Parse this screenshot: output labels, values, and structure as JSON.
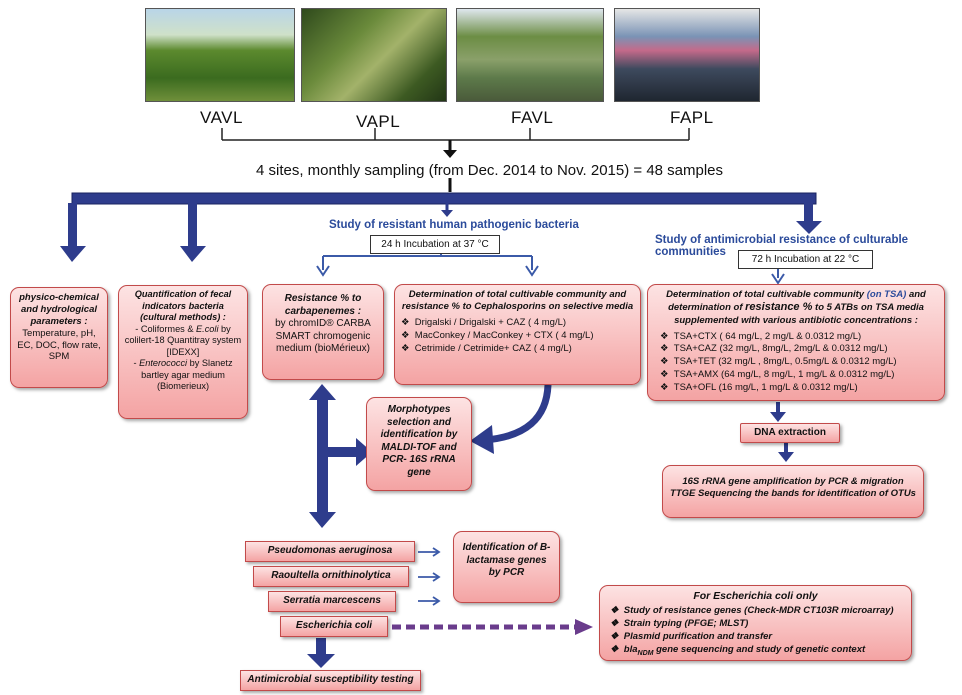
{
  "sites": [
    "VAVL",
    "VAPL",
    "FAVL",
    "FAPL"
  ],
  "sampling_text": "4 sites, monthly sampling (from Dec. 2014 to Nov. 2015) = 48 samples",
  "physico": {
    "title": "physico-chemical and hydrological parameters :",
    "body": "Temperature, pH, EC, DOC, flow rate, SPM"
  },
  "fecal": {
    "title": "Quantification of fecal indicators bacteria (cultural methods) :",
    "item1a": "Coliformes & ",
    "item1b": "E.coli",
    "item1c": " by colilert-18 Quantitray system [IDEXX]",
    "item2a": "Enterococci",
    "item2b": " by Slanetz bartley agar medium (Biomerieux)"
  },
  "pathogenic_title": "Study of resistant human pathogenic bacteria",
  "incubation_37": "24 h Incubation at 37 °C",
  "carba": {
    "title": "Resistance % to carbapenemes :",
    "body": "by chromID® CARBA SMART chromogenic medium (bioMérieux)"
  },
  "cephalo": {
    "title": "Determination of total cultivable community and resistance % to Cephalosporins on selective media",
    "items": [
      "Drigalski  / Drigalski + CAZ ( 4 mg/L)",
      "MacConkey / MacConkey + CTX ( 4 mg/L)",
      "Cetrimide  / Cetrimide+ CAZ ( 4 mg/L)"
    ]
  },
  "morpho": "Morphotypes selection and identification by MALDI-TOF and PCR- 16S rRNA gene",
  "community_title": "Study of antimicrobial resistance of culturable communities",
  "incubation_22": "72 h Incubation at 22 °C",
  "tsa": {
    "title_a": "Determination of total cultivable community ",
    "title_b": "(on TSA)",
    "title_c": " and determination of ",
    "title_d": "resistance %",
    "title_e": " to 5 ATBs on TSA media supplemented with various antibiotic concentrations :",
    "items": [
      "TSA+CTX ( 64 mg/L, 2 mg/L & 0.0312 mg/L)",
      "TSA+CAZ (32 mg/L, 8mg/L, 2mg/L & 0.0312 mg/L)",
      "TSA+TET (32 mg/L , 8mg/L, 0.5mg/L & 0.0312 mg/L)",
      "TSA+AMX (64 mg/L, 8 mg/L, 1 mg/L & 0.0312 mg/L)",
      "TSA+OFL (16  mg/L, 1 mg/L  & 0.0312 mg/L)"
    ]
  },
  "dna": "DNA extraction",
  "rrna": "16S rRNA gene amplification by PCR  & migration TTGE Sequencing the bands for identification of OTUs",
  "organisms": [
    "Pseudomonas aeruginosa",
    "Raoultella ornithinolytica",
    "Serratia marcescens",
    "Escherichia coli"
  ],
  "blactam": "Identification of B-lactamase genes by PCR",
  "ecoli_box": {
    "title": "For  Escherichia coli only",
    "items": [
      "Study of resistance genes (Check-MDR CT103R microarray)",
      "Strain typing (PFGE; MLST)",
      "Plasmid purification and transfer"
    ],
    "last_a": "bla",
    "last_sub": "NDM",
    "last_b": " gene sequencing and study of genetic context"
  },
  "ast": "Antimicrobial susceptibility testing",
  "colors": {
    "arrow_blue": "#2e3c8c",
    "box_border": "#c24a4a",
    "title_blue": "#2b4b9b",
    "dashed_purple": "#6a3c8c"
  }
}
